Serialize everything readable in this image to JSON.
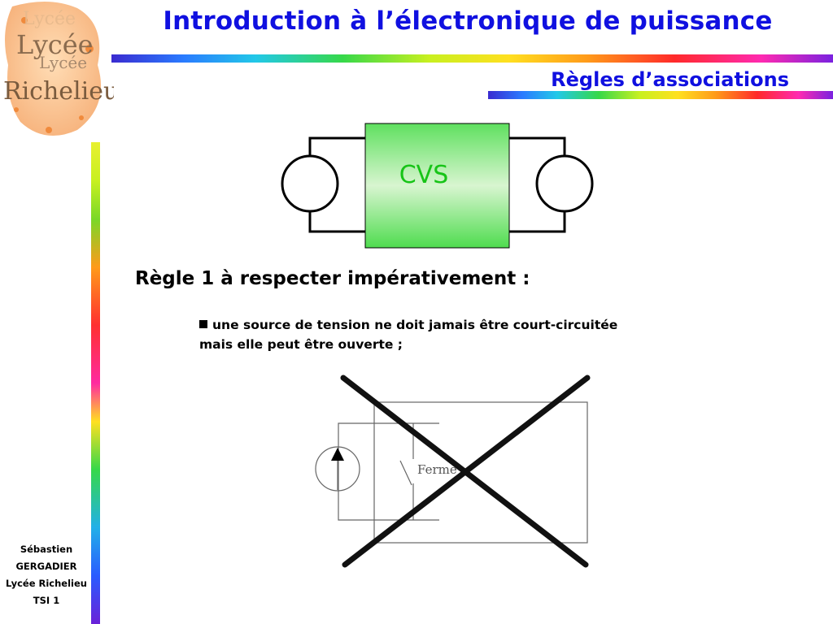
{
  "header": {
    "title": "Introduction à l’électronique de puissance",
    "subtitle": "Règles d’associations"
  },
  "logo": {
    "lines": [
      "Lycée",
      "Lycée",
      "Richelieu"
    ]
  },
  "author": {
    "lines": [
      "Sébastien",
      "GERGADIER",
      "Lycée Richelieu",
      "TSI 1"
    ]
  },
  "diagram": {
    "block_label": "CVS"
  },
  "rule": {
    "title": "Règle 1 à respecter impérativement :",
    "bullet_line1": "une source de tension ne doit jamais être court-circuitée",
    "bullet_line2": "mais elle peut être ouverte ;"
  },
  "circuit": {
    "switch_label": "Fermé"
  },
  "colors": {
    "title_blue": "#1010e0",
    "cvs_green": "#4fdc4f",
    "cvs_label": "#17c417"
  }
}
